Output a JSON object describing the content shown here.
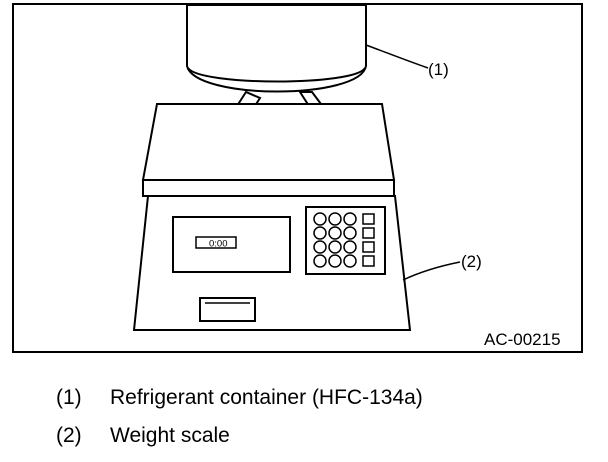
{
  "figure": {
    "code": "AC-00215",
    "display_reading": "0:00",
    "callouts": [
      {
        "label": "(1)"
      },
      {
        "label": "(2)"
      }
    ]
  },
  "legend": [
    {
      "num": "(1)",
      "text": "Refrigerant container (HFC-134a)"
    },
    {
      "num": "(2)",
      "text": "Weight scale"
    }
  ]
}
